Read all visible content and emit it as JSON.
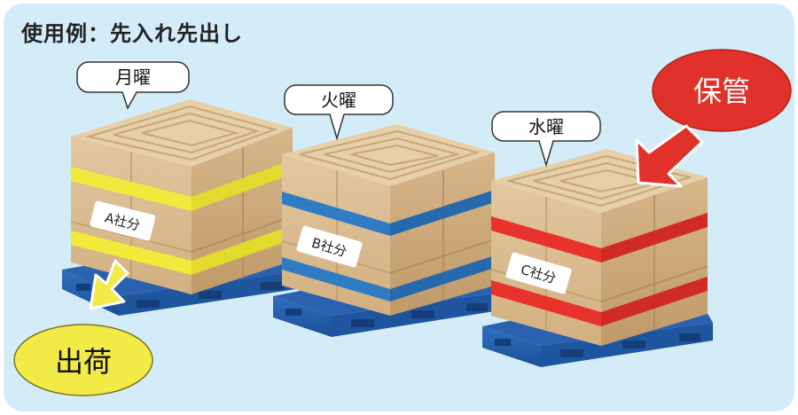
{
  "title": "使用例：先入れ先出し",
  "pallets": [
    {
      "day": "月曜",
      "company": "A社分",
      "band_color": "#f2ea3a"
    },
    {
      "day": "火曜",
      "company": "B社分",
      "band_color": "#2f7bc4"
    },
    {
      "day": "水曜",
      "company": "C社分",
      "band_color": "#e8332c"
    }
  ],
  "storage_label": "保管",
  "storage_color": "#e0312a",
  "shipping_label": "出荷",
  "shipping_color": "#f1ea47"
}
